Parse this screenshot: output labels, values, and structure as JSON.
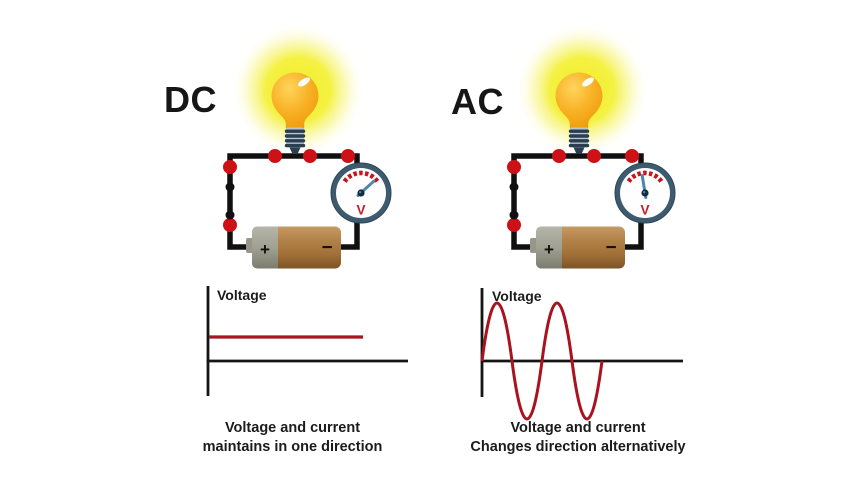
{
  "panels": {
    "dc": {
      "label": "DC",
      "voltmeter_unit": "V",
      "battery_positive": "+",
      "battery_negative": "−",
      "graph_ylabel": "Voltage",
      "caption_line1": "Voltage and current",
      "caption_line2": "maintains in one direction"
    },
    "ac": {
      "label": "AC",
      "voltmeter_unit": "V",
      "battery_positive": "+",
      "battery_negative": "−",
      "graph_ylabel": "Voltage",
      "caption_line1": "Voltage and current",
      "caption_line2": "Changes direction alternatively"
    }
  },
  "chart_data": [
    {
      "type": "line",
      "title": "DC voltage graph",
      "ylabel": "Voltage",
      "behavior": "constant",
      "description": "flat horizontal red line at constant positive voltage above the time axis",
      "grid": false
    },
    {
      "type": "line",
      "title": "AC voltage graph",
      "ylabel": "Voltage",
      "behavior": "sine",
      "cycles": 2,
      "description": "red sine wave of 2 full cycles alternating equally above and below the time axis",
      "grid": false
    }
  ],
  "colors": {
    "background": "#ffffff",
    "wire_black": "#101010",
    "junction_red": "#ce1117",
    "meter_ring": "#3d5a6e",
    "meter_tick_red": "#c8141a",
    "needle_blue": "#4f86ad",
    "v_label_red": "#c1202a",
    "glow_yellow": "#f2ee2d",
    "bulb_orange": "#f5a81f",
    "battery_brown": "#a97a42",
    "battery_gray": "#9d9d90",
    "graph_line_red": "#a91320"
  }
}
